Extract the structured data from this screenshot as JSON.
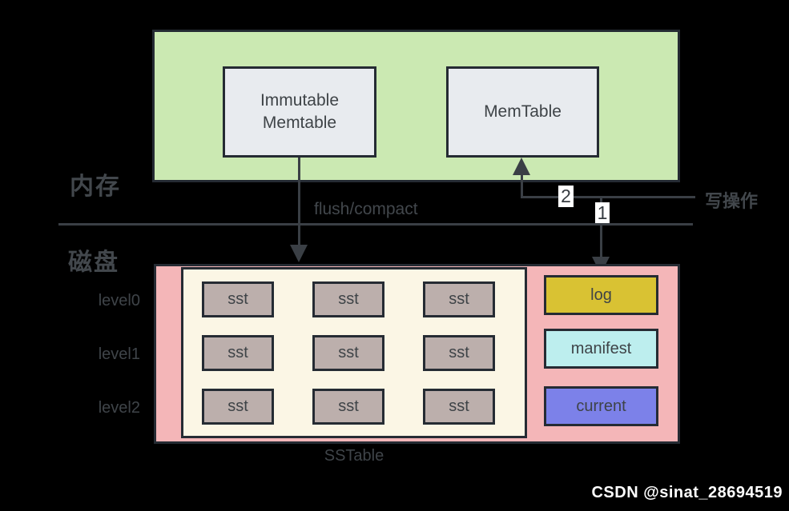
{
  "regions": {
    "memory_label": "内存",
    "disk_label": "磁盘"
  },
  "memory_nodes": {
    "immutable_memtable": "Immutable\nMemtable",
    "memtable": "MemTable"
  },
  "arrows": {
    "flush_label": "flush/compact",
    "write_label": "写操作",
    "step1": "1",
    "step2": "2"
  },
  "sstable": {
    "label": "SSTable",
    "levels": [
      "level0",
      "level1",
      "level2"
    ],
    "grid": [
      [
        "sst",
        "sst",
        "sst"
      ],
      [
        "sst",
        "sst",
        "sst"
      ],
      [
        "sst",
        "sst",
        "sst"
      ]
    ]
  },
  "disk_files": [
    {
      "name": "log",
      "color": "#d9c233"
    },
    {
      "name": "manifest",
      "color": "#bdeeee"
    },
    {
      "name": "current",
      "color": "#7c81e9"
    }
  ],
  "watermark": "CSDN @sinat_28694519",
  "colors": {
    "background": "#000000",
    "memory_fill": "#cbe9b2",
    "node_fill": "#e8ebef",
    "disk_fill": "#f4b6b8",
    "sstable_fill": "#fbf6e5",
    "sst_fill": "#bcafac",
    "border": "#252b33",
    "line": "#3a3f45",
    "badge_bg": "#ffffff",
    "watermark_text": "#ffffff"
  }
}
